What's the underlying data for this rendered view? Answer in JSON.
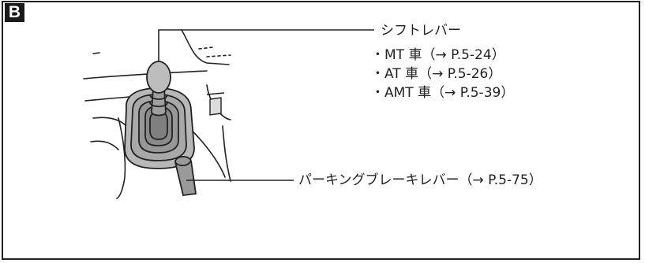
{
  "badge": {
    "letter": "B"
  },
  "callouts": {
    "shift_lever": {
      "title": "シフトレバー",
      "refs": [
        "・MT 車（→ P.5-24）",
        "・AT 車（→ P.5-26）",
        "・AMT 車（→ P.5-39）"
      ]
    },
    "parking_brake_lever": {
      "title": "パーキングブレーキレバー（→ P.5-75）"
    }
  },
  "colors": {
    "line": "#222222",
    "boot_fill": "#b8b8b8",
    "knob_fill": "#bdbdbd",
    "boot_dark": "#8f8f8f",
    "lever_fill": "#9a9a9a"
  }
}
